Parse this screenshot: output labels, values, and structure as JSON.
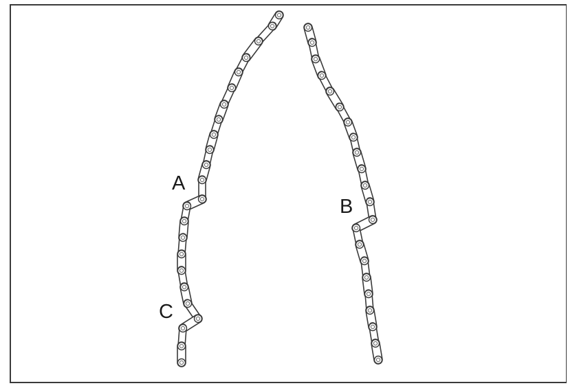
{
  "diagram": {
    "labels": {
      "a": "A",
      "b": "B",
      "c": "C"
    },
    "stroke_color": "#3a3a3a",
    "background_color": "#ffffff"
  }
}
